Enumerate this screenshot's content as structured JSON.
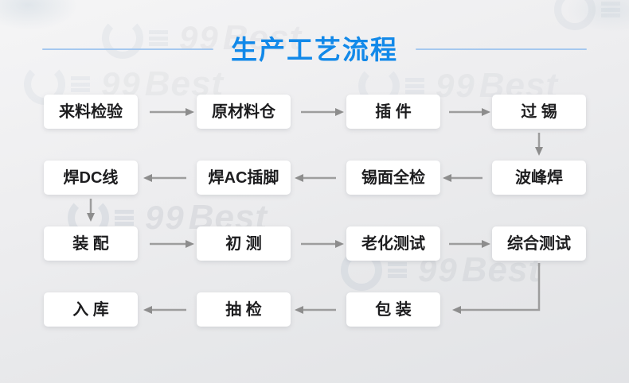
{
  "title": {
    "text": "生产工艺流程"
  },
  "flow": {
    "rows": [
      [
        "来料检验",
        "原材料仓",
        "插 件",
        "过 锡"
      ],
      [
        "焊DC线",
        "焊AC插脚",
        "锡面全检",
        "波峰焊"
      ],
      [
        "装 配",
        "初 测",
        "老化测试",
        "综合测试"
      ],
      [
        "入 库",
        "抽 检",
        "包 装"
      ]
    ]
  },
  "watermark": {
    "prefix": "99",
    "text": "Best"
  },
  "colors": {
    "title_blue": "#1289e9",
    "divider_blue": "#a5c8ef",
    "arrow_gray": "#9d9d9d",
    "arrowhead_gray": "#8d8d8d",
    "box_background": "#ffffff",
    "box_text": "#1d1d1f",
    "background_light": "#f5f5f6",
    "background_dark": "#e2e3e6"
  }
}
